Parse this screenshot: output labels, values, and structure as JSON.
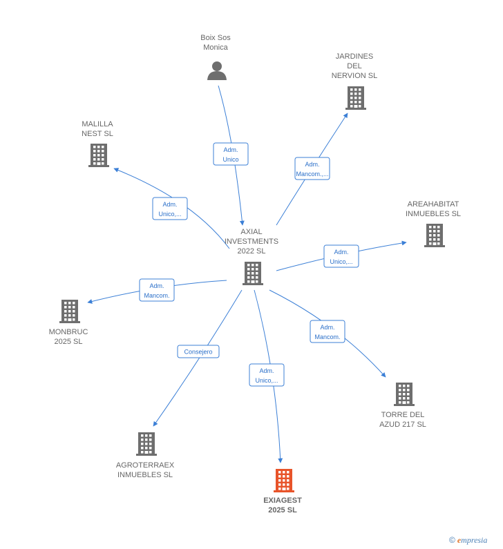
{
  "colors": {
    "edge": "#3b7fd6",
    "building": "#6e6e6e",
    "highlight": "#e8542a",
    "person": "#6e6e6e",
    "label": "#666666"
  },
  "nodes": [
    {
      "id": "axial",
      "kind": "company",
      "lines": [
        "AXIAL",
        "INVESTMENTS",
        "2022  SL"
      ]
    },
    {
      "id": "boix",
      "kind": "person",
      "lines": [
        "Boix Sos",
        "Monica"
      ]
    },
    {
      "id": "jardines",
      "kind": "company",
      "lines": [
        "JARDINES",
        "DEL",
        "NERVION  SL"
      ]
    },
    {
      "id": "malilla",
      "kind": "company",
      "lines": [
        "MALILLA",
        "NEST  SL"
      ]
    },
    {
      "id": "areahabitat",
      "kind": "company",
      "lines": [
        "AREAHABITAT",
        "INMUEBLES  SL"
      ]
    },
    {
      "id": "monbruc",
      "kind": "company",
      "lines": [
        "MONBRUC",
        "2025  SL"
      ]
    },
    {
      "id": "torre",
      "kind": "company",
      "lines": [
        "TORRE DEL",
        "AZUD 217  SL"
      ]
    },
    {
      "id": "agroterraex",
      "kind": "company",
      "lines": [
        "AGROTERRAEX",
        "INMUEBLES  SL"
      ]
    },
    {
      "id": "exiagest",
      "kind": "company",
      "highlight": true,
      "lines": [
        "EXIAGEST",
        "2025  SL"
      ]
    }
  ],
  "edges": [
    {
      "from": "boix",
      "to": "axial",
      "label": [
        "Adm.",
        "Unico"
      ]
    },
    {
      "from": "axial",
      "to": "jardines",
      "label": [
        "Adm.",
        "Mancom.,..."
      ]
    },
    {
      "from": "axial",
      "to": "malilla",
      "label": [
        "Adm.",
        "Unico,..."
      ]
    },
    {
      "from": "axial",
      "to": "areahabitat",
      "label": [
        "Adm.",
        "Unico,..."
      ]
    },
    {
      "from": "axial",
      "to": "monbruc",
      "label": [
        "Adm.",
        "Mancom."
      ]
    },
    {
      "from": "axial",
      "to": "torre",
      "label": [
        "Adm.",
        "Mancom."
      ]
    },
    {
      "from": "axial",
      "to": "agroterraex",
      "label": [
        "Consejero"
      ]
    },
    {
      "from": "axial",
      "to": "exiagest",
      "label": [
        "Adm.",
        "Unico,..."
      ]
    }
  ],
  "watermark": {
    "copyright": "©",
    "brand_initial": "e",
    "brand_rest": "mpresia"
  }
}
